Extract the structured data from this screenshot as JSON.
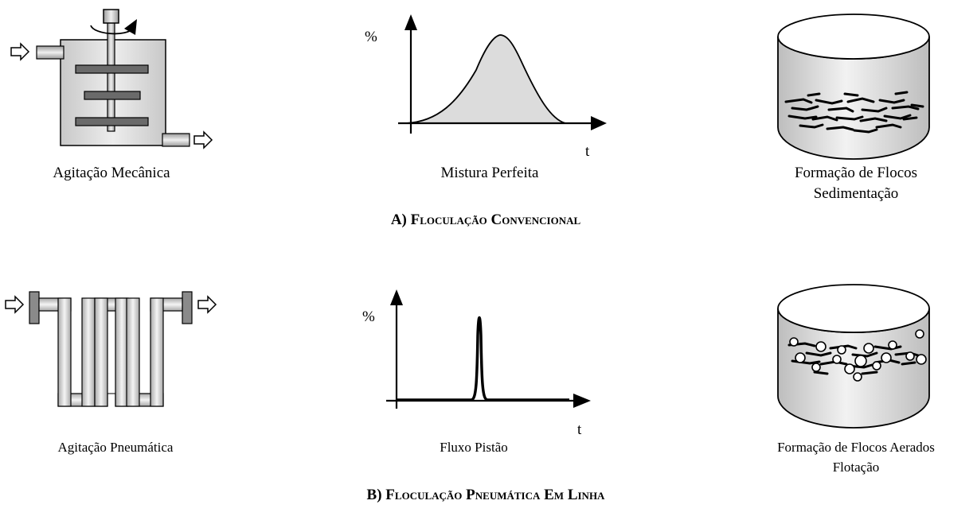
{
  "section_a": {
    "heading_prefix": "A) ",
    "heading_main": "Floculação Convencional",
    "left_caption": "Agitação Mecânica",
    "middle_caption": "Mistura Perfeita",
    "right_caption_line1": "Formação de Flocos",
    "right_caption_line2": "Sedimentação",
    "graph_y_label": "%",
    "graph_x_label": "t"
  },
  "section_b": {
    "heading_prefix": "B) ",
    "heading_main": "Floculação Pneumática Em Linha",
    "left_caption": "Agitação Pneumática",
    "middle_caption": "Fluxo Pistão",
    "right_caption_line1": "Formação de Flocos Aerados",
    "right_caption_line2": "Flotação",
    "graph_y_label": "%",
    "graph_x_label": "t"
  },
  "colors": {
    "fill_gray": "#d4d4d4",
    "light_gray": "#ececec",
    "dark_gray": "#555555",
    "stroke": "#000000"
  },
  "icons": {
    "mixer": "mechanical-mixer-tank",
    "serpentine": "serpentine-pipe-reactor",
    "tank": "cylindrical-tank",
    "arrow": "hollow-arrow"
  }
}
